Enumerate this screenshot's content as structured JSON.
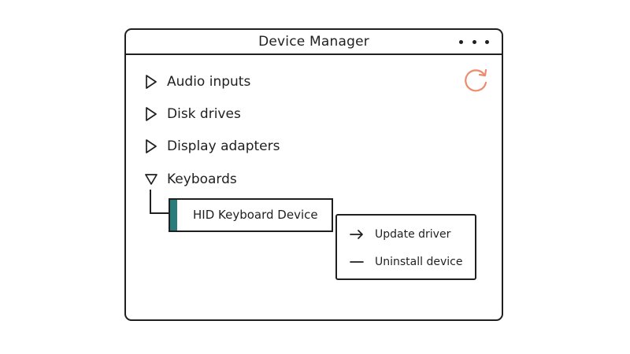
{
  "window": {
    "title": "Device Manager"
  },
  "tree": {
    "items": [
      {
        "label": "Audio inputs",
        "expanded": false
      },
      {
        "label": "Disk drives",
        "expanded": false
      },
      {
        "label": "Display adapters",
        "expanded": false
      },
      {
        "label": "Keyboards",
        "expanded": true
      }
    ],
    "keyboards_children": [
      {
        "label": "HID Keyboard Device",
        "selected": true
      }
    ]
  },
  "context_menu": {
    "items": [
      {
        "label": "Update driver",
        "icon": "arrow-right-icon"
      },
      {
        "label": "Uninstall device",
        "icon": "dash-icon"
      }
    ]
  },
  "colors": {
    "accent": "#2a7b7b",
    "refresh": "#ee8a6d",
    "ink": "#1f1f1f"
  }
}
